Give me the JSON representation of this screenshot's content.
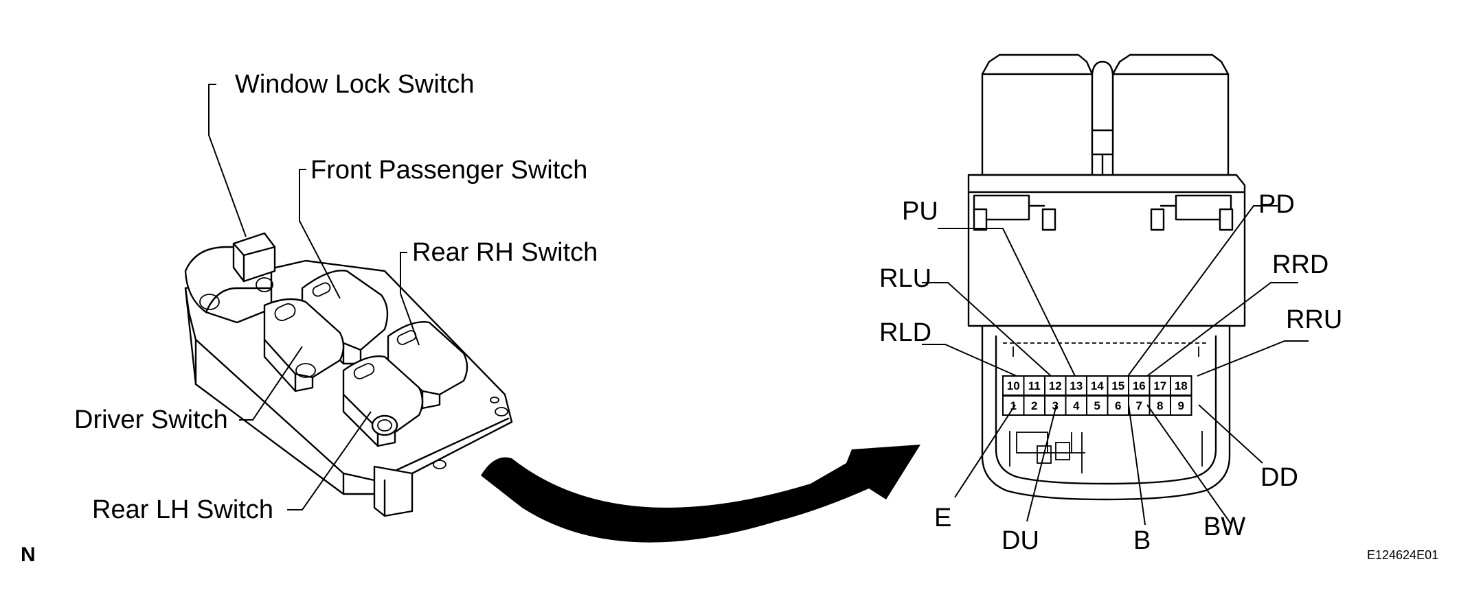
{
  "switch_labels": {
    "window_lock": "Window Lock Switch",
    "front_passenger": "Front Passenger Switch",
    "rear_rh": "Rear RH Switch",
    "driver": "Driver Switch",
    "rear_lh": "Rear LH Switch"
  },
  "terminal_labels": {
    "pu": "PU",
    "pd": "PD",
    "rlu": "RLU",
    "rrd": "RRD",
    "rld": "RLD",
    "rru": "RRU",
    "e": "E",
    "du": "DU",
    "b": "B",
    "bw": "BW",
    "dd": "DD"
  },
  "pins_top": [
    "10",
    "11",
    "12",
    "13",
    "14",
    "15",
    "16",
    "17",
    "18"
  ],
  "pins_bottom": [
    "1",
    "2",
    "3",
    "4",
    "5",
    "6",
    "7",
    "8",
    "9"
  ],
  "corner_mark": "N",
  "figure_code": "E124624E01"
}
